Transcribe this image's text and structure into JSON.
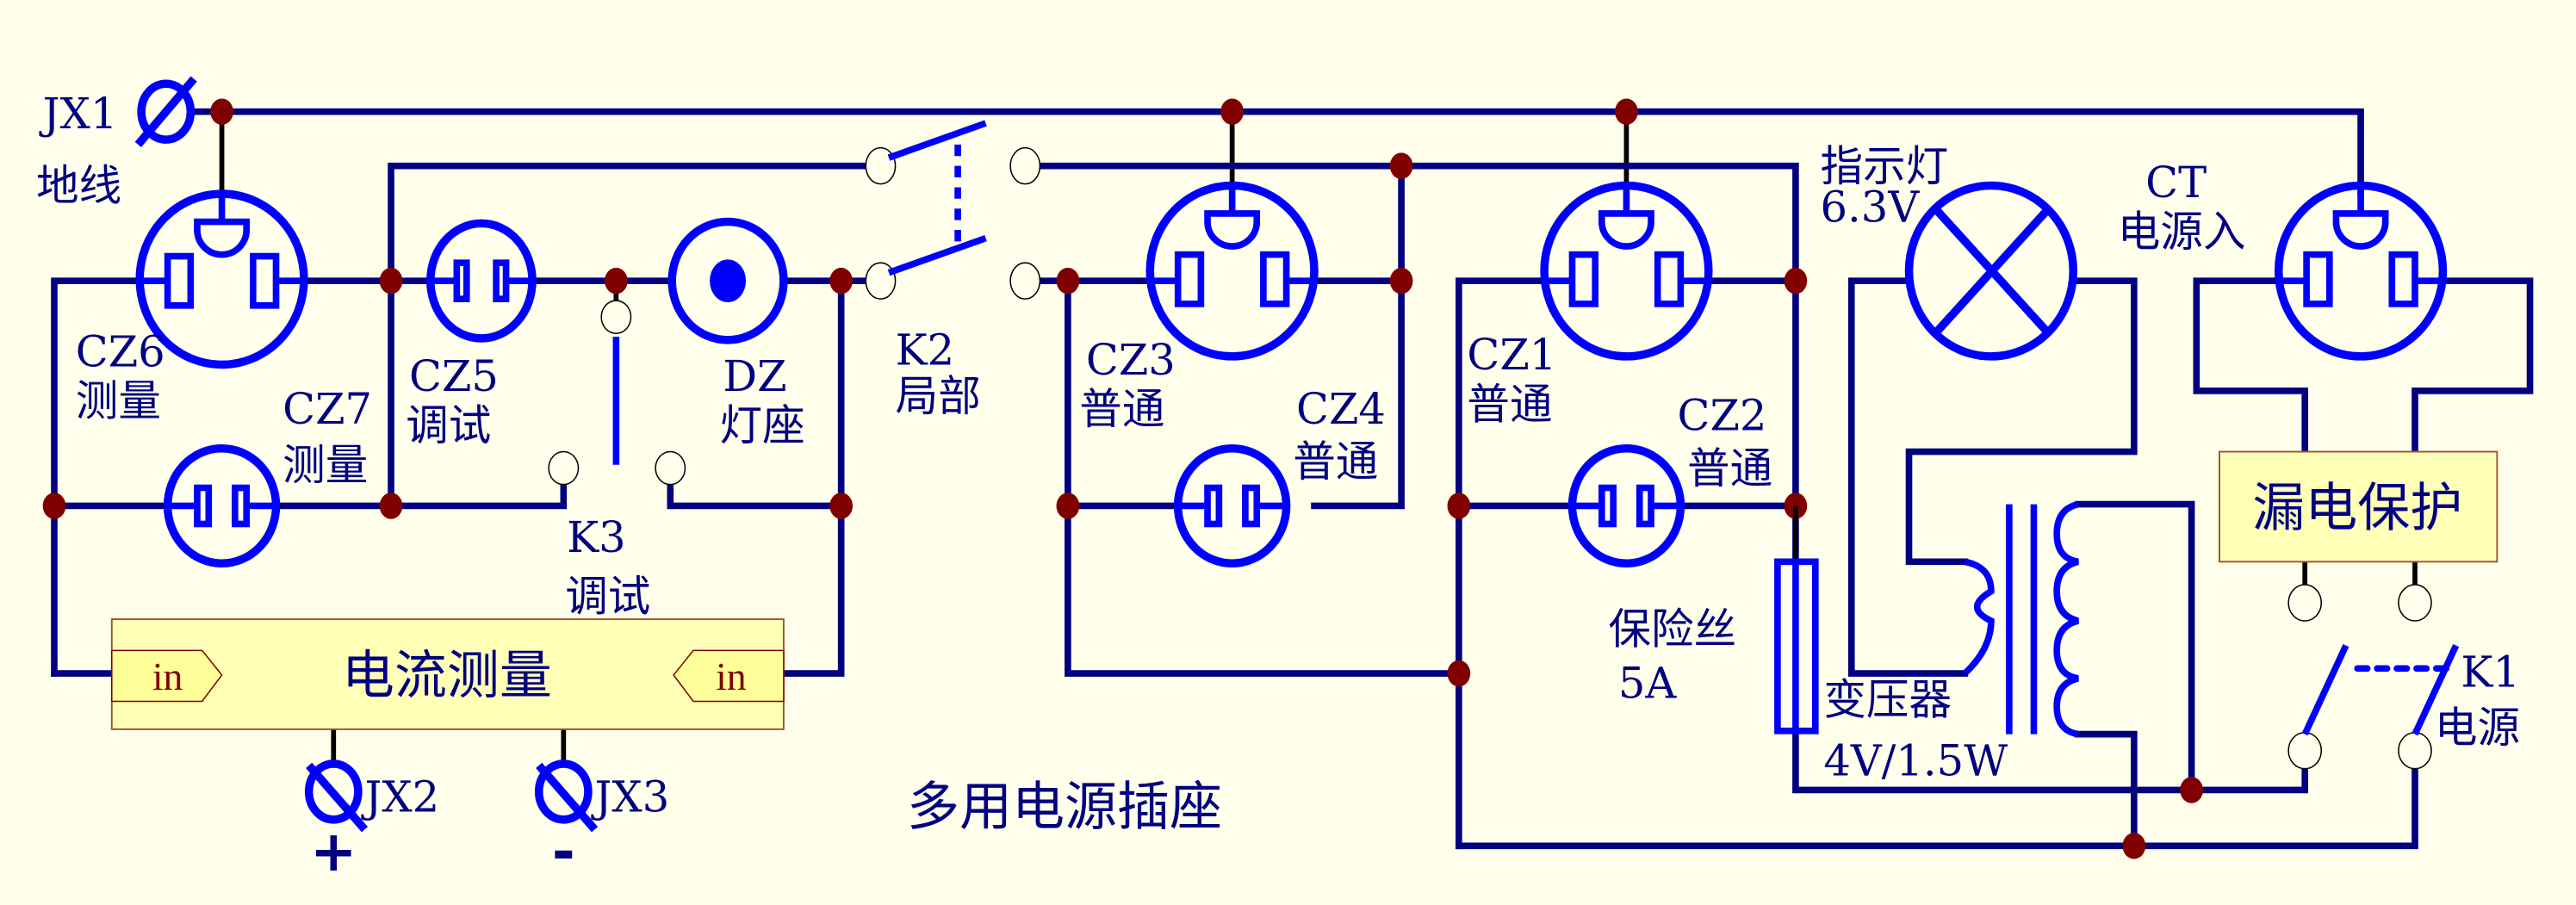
{
  "title": "多用电源插座",
  "colors": {
    "background": "#FFFFEC",
    "wire": "#000080",
    "component": "#0000FF",
    "junction": "#800000",
    "module_fill": "#FFFFB8",
    "text": "#000080",
    "port_text": "#800000"
  },
  "terminals": {
    "jx1": {
      "ref": "JX1",
      "desc": "地线"
    },
    "jx2": {
      "ref": "JX2",
      "sign": "+"
    },
    "jx3": {
      "ref": "JX3",
      "sign": "-"
    }
  },
  "sockets": {
    "cz1": {
      "ref": "CZ1",
      "desc": "普通"
    },
    "cz2": {
      "ref": "CZ2",
      "desc": "普通"
    },
    "cz3": {
      "ref": "CZ3",
      "desc": "普通"
    },
    "cz4": {
      "ref": "CZ4",
      "desc": "普通"
    },
    "cz5": {
      "ref": "CZ5",
      "desc": "调试"
    },
    "cz6": {
      "ref": "CZ6",
      "desc": "测量"
    },
    "cz7": {
      "ref": "CZ7",
      "desc": "测量"
    },
    "ct": {
      "ref": "CT",
      "desc": "电源入"
    }
  },
  "lamp_holder": {
    "ref": "DZ",
    "desc": "灯座"
  },
  "switches": {
    "k1": {
      "ref": "K1",
      "desc": "电源"
    },
    "k2": {
      "ref": "K2",
      "desc": "局部"
    },
    "k3": {
      "ref": "K3",
      "desc": "调试"
    }
  },
  "indicator_lamp": {
    "desc": "指示灯",
    "rating": "6.3V"
  },
  "fuse": {
    "desc": "保险丝",
    "rating": "5A"
  },
  "transformer": {
    "desc": "变压器",
    "rating": "4V/1.5W"
  },
  "modules": {
    "current_meter": {
      "label": "电流测量",
      "port_left": "in",
      "port_right": "in"
    },
    "leakage_protection": {
      "label": "漏电保护"
    }
  }
}
